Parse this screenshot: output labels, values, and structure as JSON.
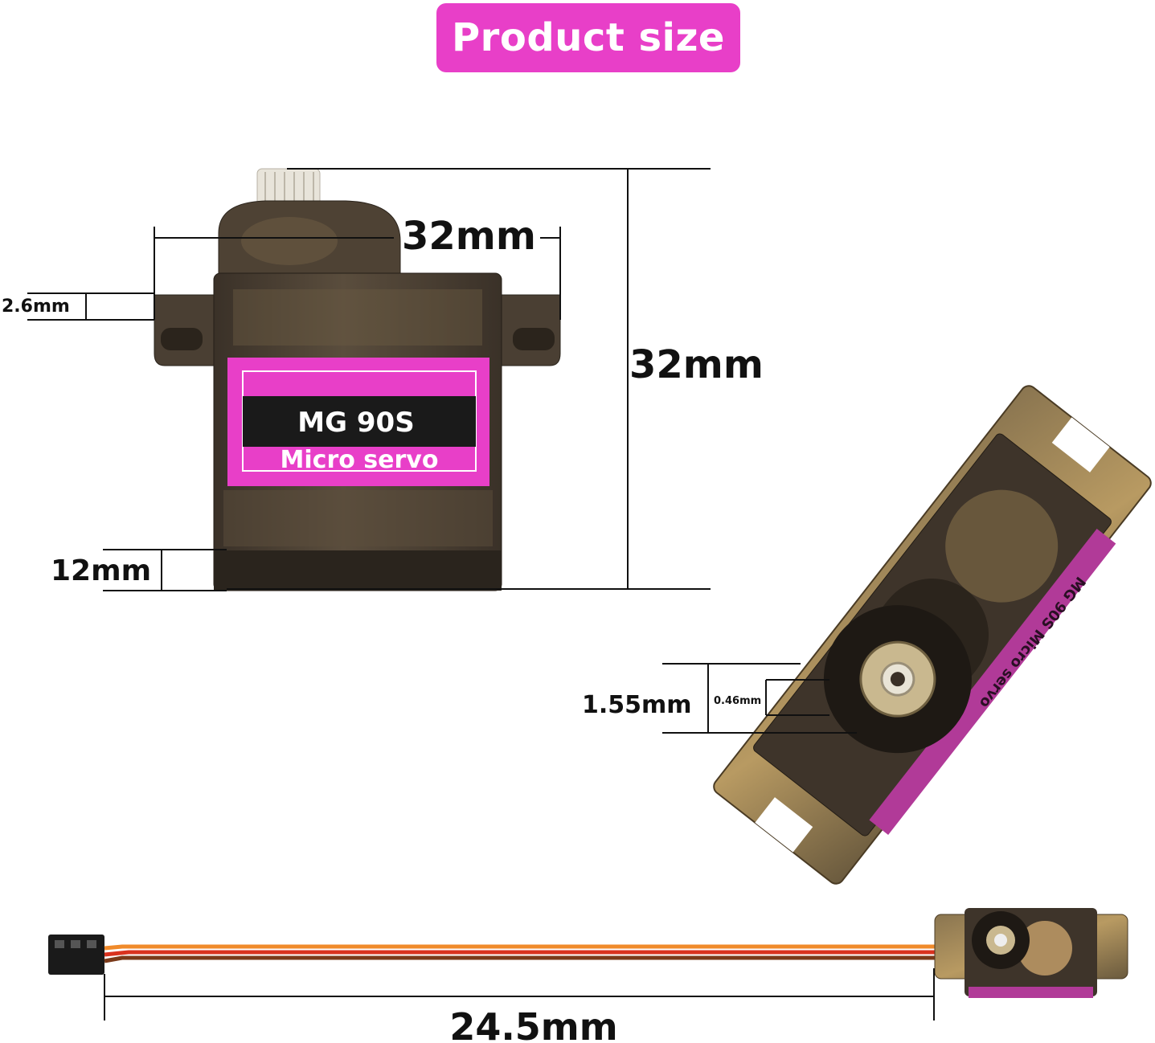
{
  "header": {
    "title": "Product size"
  },
  "label": {
    "model": "MG 90S",
    "subtitle": "Micro servo",
    "rotated_text": "MG 90S Micro servo"
  },
  "dimensions": {
    "width": "32mm",
    "height": "32mm",
    "tab_thickness": "2.6mm",
    "base_height": "12mm",
    "spline_outer": "1.55mm",
    "spline_inner": "0.46mm",
    "cable_length": "24.5mm"
  },
  "colors": {
    "accent": "#e83fc8",
    "label_bar": "#1a1a1a",
    "body": "#4a3f33",
    "wire_orange": "#f08a2a",
    "wire_red": "#d9321f",
    "wire_brown": "#7a3a1a"
  }
}
